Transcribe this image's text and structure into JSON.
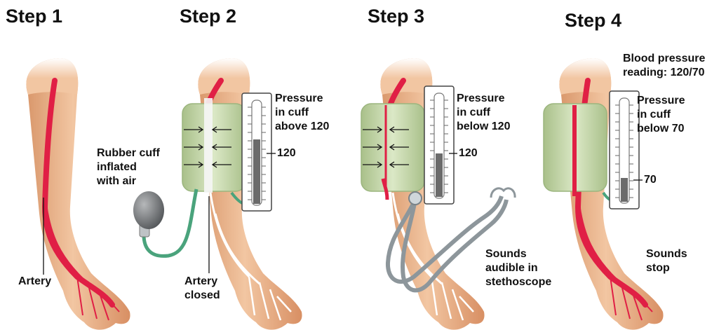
{
  "steps": [
    {
      "title": "Step 1",
      "labels": {
        "artery": "Artery"
      }
    },
    {
      "title": "Step 2",
      "labels": {
        "pressure": [
          "Pressure",
          "in cuff",
          "above 120"
        ],
        "gauge_value": "120",
        "cuff": [
          "Rubber cuff",
          "inflated",
          "with air"
        ],
        "artery": [
          "Artery",
          "closed"
        ]
      }
    },
    {
      "title": "Step 3",
      "labels": {
        "pressure": [
          "Pressure",
          "in cuff",
          "below 120"
        ],
        "gauge_value": "120",
        "sounds": [
          "Sounds",
          "audible in",
          "stethoscope"
        ]
      }
    },
    {
      "title": "Step 4",
      "labels": {
        "reading": [
          "Blood pressure",
          "reading: 120/70"
        ],
        "pressure": [
          "Pressure",
          "in cuff",
          "below 70"
        ],
        "gauge_value": "70",
        "sounds": [
          "Sounds",
          "stop"
        ]
      }
    }
  ],
  "colors": {
    "skin": "#efbf98",
    "skin_shadow": "#d9976b",
    "artery": "#e01f45",
    "cuff": "#cfe0b4",
    "cuff_edge": "#9bb57e",
    "tube": "#4aa37c",
    "bulb": "#6d6f72",
    "mercury": "#6b6b6b",
    "stethoscope": "#8d969b"
  }
}
